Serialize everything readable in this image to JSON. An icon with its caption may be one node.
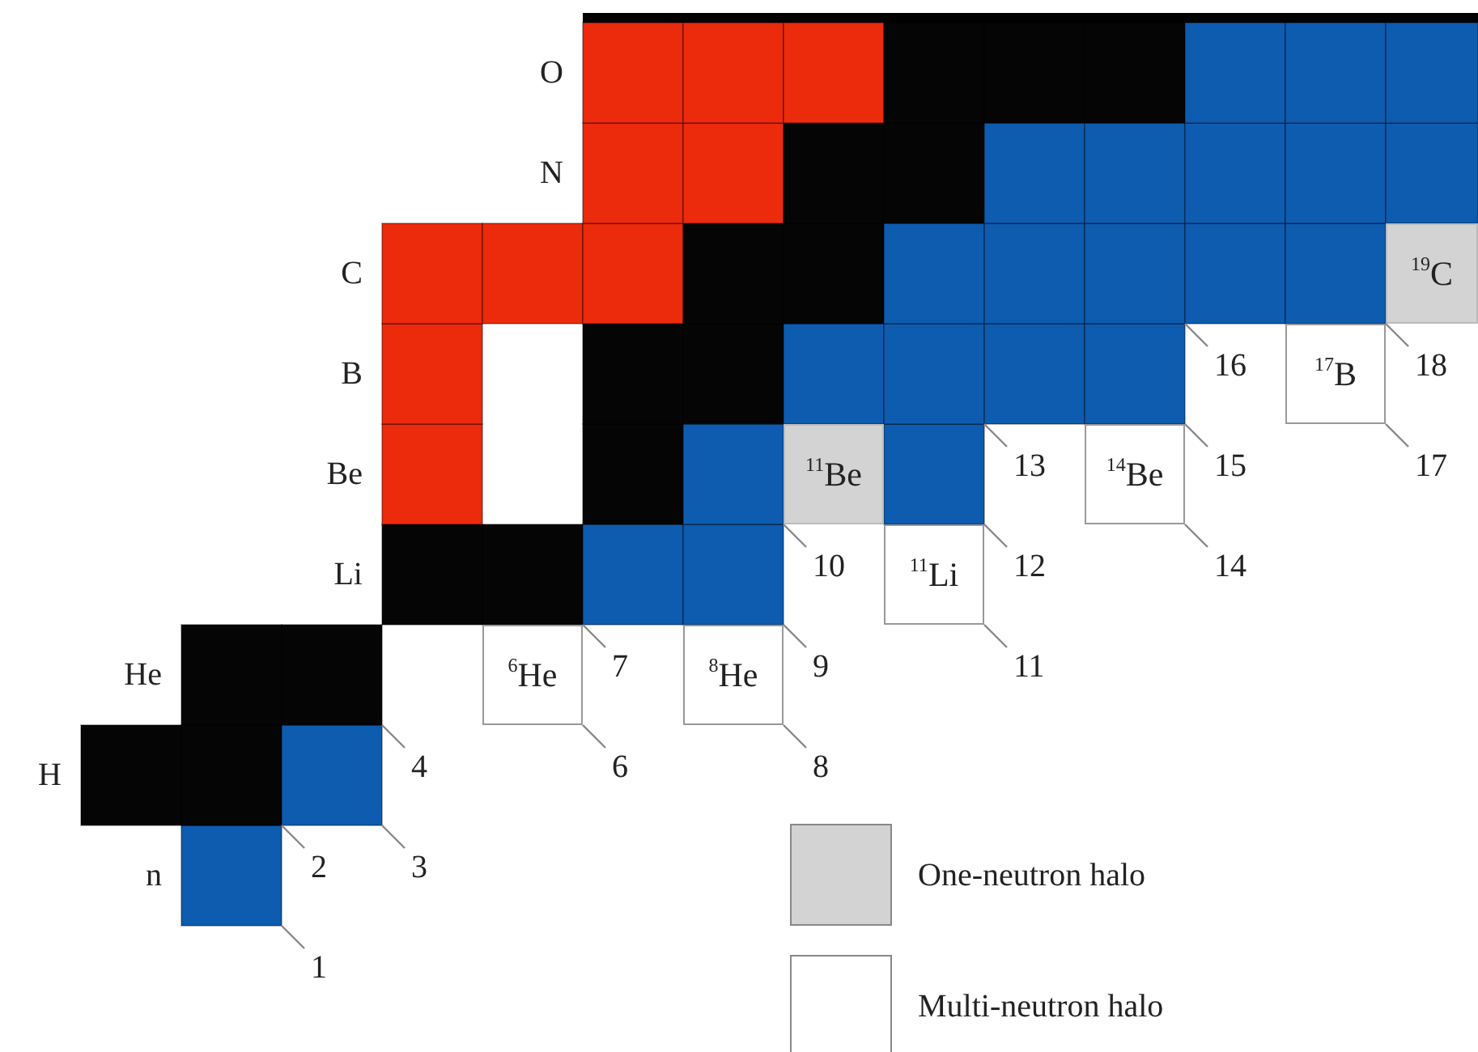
{
  "diagram": {
    "nodes": [
      {
        "text": [
          "$^{19}$C"
        ]
      },
      {
        "text": [
          "$^{17}$B"
        ]
      },
      {
        "text": [
          "$^{11}$Be"
        ]
      },
      {
        "text": [
          "$^{14}$Be"
        ]
      },
      {
        "text": [
          "$^{11}$Li"
        ]
      },
      {
        "text": [
          "$^{6}$He"
        ]
      },
      {
        "text": [
          "$^{8}$He"
        ]
      }
    ],
    "labels": [
      "O",
      "N",
      "C",
      "B",
      "Be",
      "Li",
      "He",
      "H",
      "n",
      "1",
      "2",
      "3",
      "4",
      "6",
      "7",
      "8",
      "9",
      "10",
      "11",
      "12",
      "13",
      "14",
      "15",
      "16",
      "17",
      "18"
    ],
    "legend": [
      {
        "text": "One-neutron halo",
        "color": "#d3d3d3"
      },
      {
        "text": "Multi-neutron halo",
        "color": "#ffffff"
      }
    ]
  }
}
